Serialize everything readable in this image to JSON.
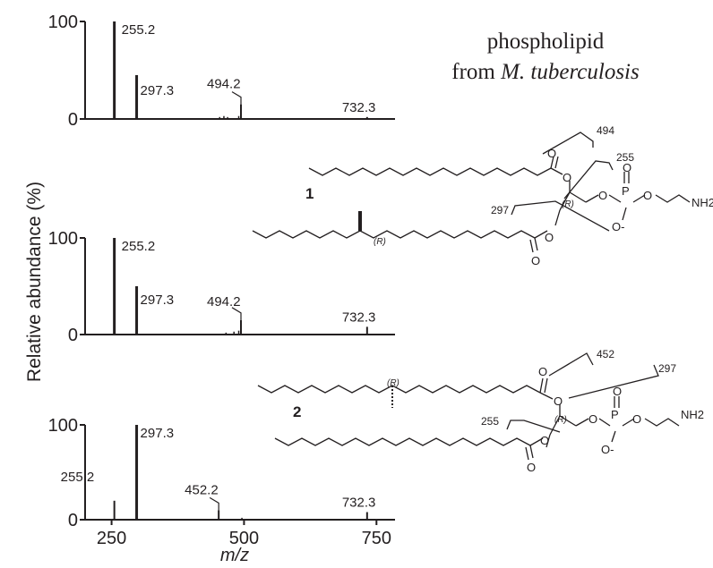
{
  "figure": {
    "title_line1": "phospholipid",
    "title_line2_prefix": "from ",
    "title_line2_italic": "M. tuberculosis",
    "y_axis_label": "Relative abundance (%)",
    "x_axis_label": "m/z"
  },
  "chart_data": [
    {
      "type": "bar",
      "xlim": [
        200,
        785
      ],
      "ylim": [
        0,
        100
      ],
      "x_ticks": [],
      "y_ticks": [
        0,
        100
      ],
      "peaks": [
        {
          "x": 255.2,
          "y": 100,
          "label": "255.2"
        },
        {
          "x": 297.3,
          "y": 45,
          "label": "297.3"
        },
        {
          "x": 494.2,
          "y": 15,
          "label": "494.2"
        },
        {
          "x": 732.3,
          "y": 2,
          "label": "732.3"
        }
      ],
      "minor_peaks": [
        {
          "x": 454,
          "y": 2
        },
        {
          "x": 462,
          "y": 3
        },
        {
          "x": 469,
          "y": 2
        },
        {
          "x": 490,
          "y": 3
        }
      ]
    },
    {
      "type": "bar",
      "xlim": [
        200,
        785
      ],
      "ylim": [
        0,
        100
      ],
      "x_ticks": [],
      "y_ticks": [
        0,
        100
      ],
      "peaks": [
        {
          "x": 255.2,
          "y": 100,
          "label": "255.2"
        },
        {
          "x": 297.3,
          "y": 50,
          "label": "297.3"
        },
        {
          "x": 494.2,
          "y": 15,
          "label": "494.2"
        },
        {
          "x": 732.3,
          "y": 8,
          "label": "732.3"
        }
      ],
      "minor_peaks": [
        {
          "x": 466,
          "y": 2
        },
        {
          "x": 481,
          "y": 3
        },
        {
          "x": 490,
          "y": 4
        }
      ]
    },
    {
      "type": "bar",
      "xlim": [
        200,
        785
      ],
      "ylim": [
        0,
        100
      ],
      "x_ticks": [
        250,
        500,
        750
      ],
      "y_ticks": [
        0,
        100
      ],
      "peaks": [
        {
          "x": 255.2,
          "y": 20,
          "label": "255.2"
        },
        {
          "x": 297.3,
          "y": 100,
          "label": "297.3"
        },
        {
          "x": 452.2,
          "y": 10,
          "label": "452.2"
        },
        {
          "x": 732.3,
          "y": 8,
          "label": "732.3"
        }
      ],
      "minor_peaks": [
        {
          "x": 496,
          "y": 2
        }
      ]
    }
  ],
  "molecule_1": {
    "label": "1",
    "fragments": [
      "494",
      "255",
      "297"
    ],
    "stereo": "(R)",
    "atoms": {
      "O": "O",
      "P": "P",
      "NH2": "NH2",
      "O_minus": "O-"
    }
  },
  "molecule_2": {
    "label": "2",
    "fragments": [
      "452",
      "297",
      "255"
    ],
    "stereo": "(R)",
    "atoms": {
      "O": "O",
      "P": "P",
      "NH2": "NH2",
      "O_minus": "O-"
    }
  }
}
